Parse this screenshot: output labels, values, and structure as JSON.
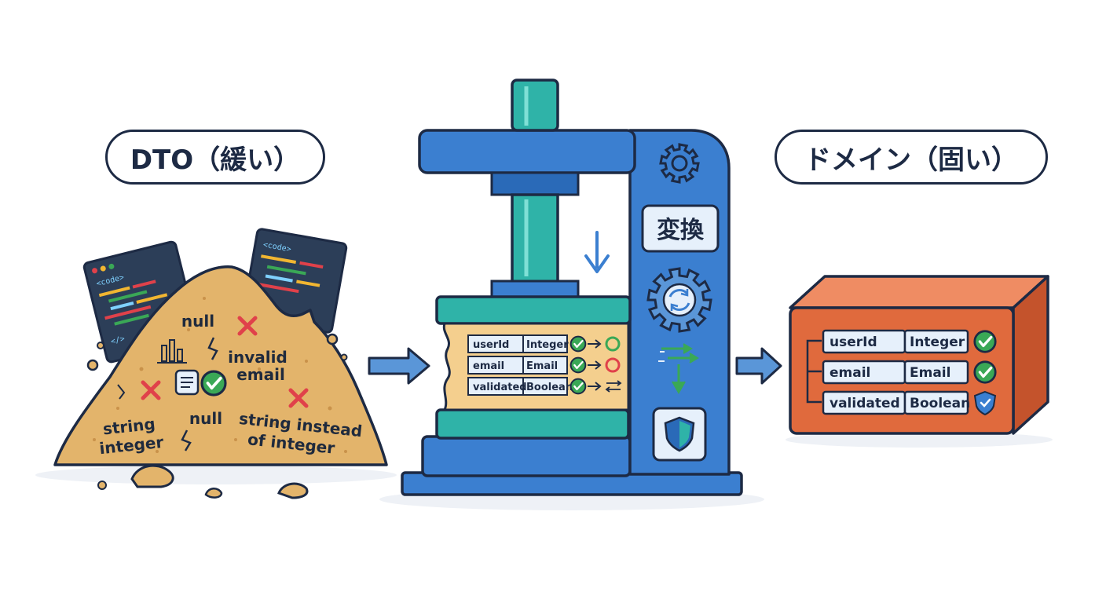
{
  "labels": {
    "dto": "DTO（緩い）",
    "domain": "ドメイン（固い）",
    "convert": "変換"
  },
  "sand": {
    "null_top": "null",
    "null_bottom": "null",
    "invalid_line1": "invalid",
    "invalid_line2": "email",
    "string_line1": "string",
    "string_line2": "integer",
    "instead_line1": "string instead",
    "instead_line2": "of integer",
    "code_tag": "<code>",
    "code_close": "</>"
  },
  "press_fields": [
    {
      "name": "userId",
      "type": "Integer"
    },
    {
      "name": "email",
      "type": "Email"
    },
    {
      "name": "validated",
      "type": "Boolean"
    }
  ],
  "domain_fields": [
    {
      "name": "userId",
      "type": "Integer",
      "status": "check"
    },
    {
      "name": "email",
      "type": "Email",
      "status": "check"
    },
    {
      "name": "validated",
      "type": "Boolean",
      "status": "shield"
    }
  ],
  "colors": {
    "outline": "#1d2a44",
    "press_blue": "#3b7fd0",
    "press_teal": "#2fb3a8",
    "sand": "#e3b46b",
    "domain_box": "#e06a3d",
    "check_green": "#3aa856",
    "error_red": "#e0414a"
  }
}
